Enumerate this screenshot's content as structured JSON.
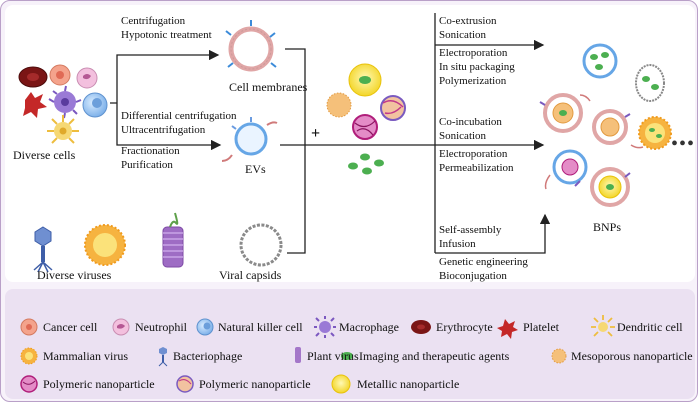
{
  "sources": {
    "cells_label": "Diverse cells",
    "viruses_label": "Diverse viruses",
    "capsids_label": "Viral capsids"
  },
  "membrane_methods": [
    "Centrifugation",
    "Hypotonic treatment"
  ],
  "membrane_label": "Cell membranes",
  "ev_methods": [
    "Differential centrifugation",
    "Ultracentrifugation",
    "Fractionation",
    "Purification"
  ],
  "ev_label": "EVs",
  "plus": "+",
  "strategies": {
    "group1": [
      "Co-extrusion",
      "Sonication",
      "Electroporation",
      "In situ packaging",
      "Polymerization"
    ],
    "group2": [
      "Co-incubation",
      "Sonication",
      "Electroporation",
      "Permeabilization"
    ],
    "group3": [
      "Self-assembly",
      "Infusion",
      "Genetic engineering",
      "Bioconjugation"
    ]
  },
  "result_label": "BNPs",
  "ellipsis": "•••",
  "legend": [
    {
      "label": "Cancer cell",
      "icon": "cancer-cell-icon",
      "color": "#f2a98e"
    },
    {
      "label": "Neutrophil",
      "icon": "neutrophil-icon",
      "color": "#f0b6d9"
    },
    {
      "label": "Natural killer cell",
      "icon": "nk-cell-icon",
      "color": "#a9cdf2"
    },
    {
      "label": "Macrophage",
      "icon": "macrophage-icon",
      "color": "#8c6cc9"
    },
    {
      "label": "Erythrocyte",
      "icon": "erythrocyte-icon",
      "color": "#8a1c1c"
    },
    {
      "label": "Platelet",
      "icon": "platelet-icon",
      "color": "#d23a3a"
    },
    {
      "label": "Dendritic cell",
      "icon": "dendritic-cell-icon",
      "color": "#f5d56b"
    },
    {
      "label": "Mammalian virus",
      "icon": "mammalian-virus-icon",
      "color": "#f2a93b"
    },
    {
      "label": "Bacteriophage",
      "icon": "bacteriophage-icon",
      "color": "#4a68b8"
    },
    {
      "label": "Plant virus",
      "icon": "plant-virus-icon",
      "color": "#a477c9"
    },
    {
      "label": "Imaging and therapeutic agents",
      "icon": "agent-icon",
      "color": "#4caf50"
    },
    {
      "label": "Mesoporous nanoparticle",
      "icon": "mesoporous-np-icon",
      "color": "#f5c07a"
    },
    {
      "label": "Polymeric nanoparticle",
      "icon": "polymeric-np-pink-icon",
      "color": "#c2388a"
    },
    {
      "label": "Polymeric nanoparticle",
      "icon": "polymeric-np-mixed-icon",
      "color": "#d98a3d"
    },
    {
      "label": "Metallic nanoparticle",
      "icon": "metallic-np-icon",
      "color": "#f5e04a"
    }
  ]
}
